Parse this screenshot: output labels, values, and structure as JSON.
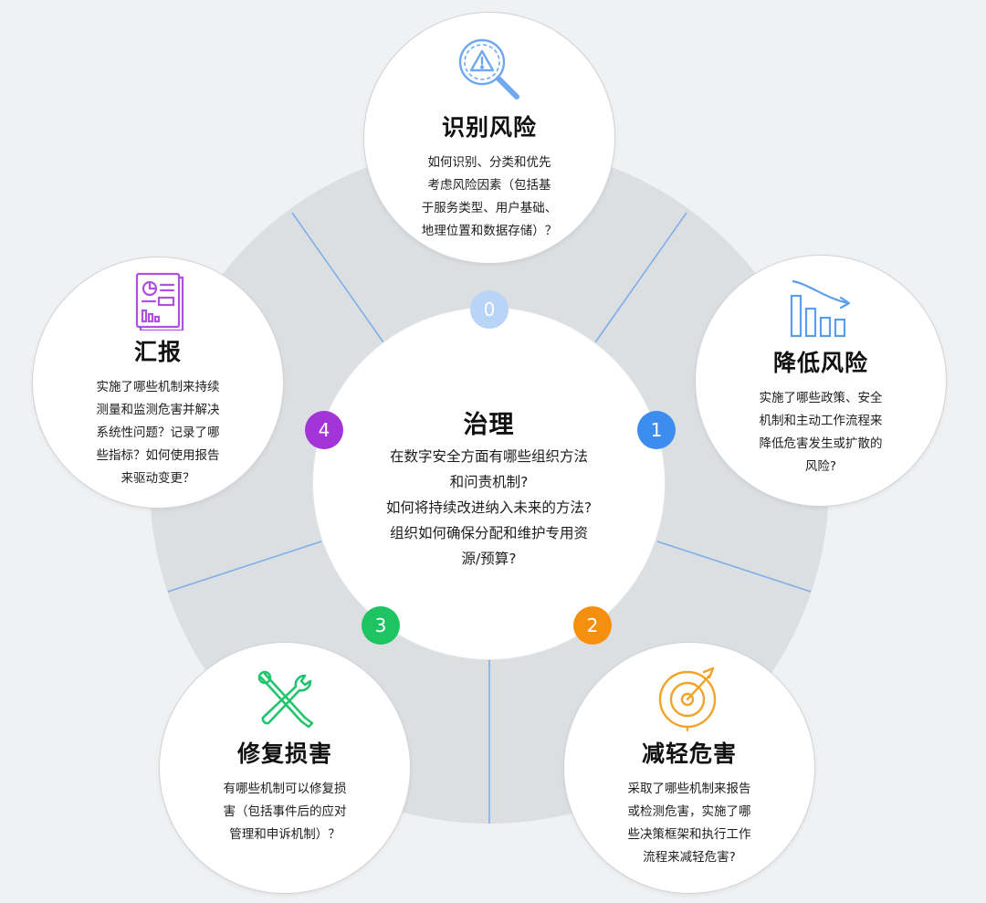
{
  "center": {
    "title": "治理",
    "desc": "在数字安全方面有哪些组织方法\n和问责机制?\n如何将持续改进纳入未来的方法?\n组织如何确保分配和维护专用资\n源/预算?"
  },
  "steps": [
    {
      "number": "0",
      "color": "#b8d4f7",
      "icon": "magnifier-warning-icon",
      "icon_color": "#6fa8f0",
      "title": "识别风险",
      "desc": "如何识别、分类和优先\n考虑风险因素（包括基\n于服务类型、用户基础、\n地理位置和数据存储）？"
    },
    {
      "number": "1",
      "color": "#3d8cf0",
      "icon": "declining-bar-chart-icon",
      "icon_color": "#5b9ef0",
      "title": "降低风险",
      "desc": "实施了哪些政策、安全\n机制和主动工作流程来\n降低危害发生或扩散的\n风险?"
    },
    {
      "number": "2",
      "color": "#f5900e",
      "icon": "radar-target-icon",
      "icon_color": "#f3a22a",
      "title": "减轻危害",
      "desc": "采取了哪些机制来报告\n或检测危害，实施了哪\n些决策框架和执行工作\n流程来减轻危害?"
    },
    {
      "number": "3",
      "color": "#1ec462",
      "icon": "wrench-screwdriver-icon",
      "icon_color": "#22c46d",
      "title": "修复损害",
      "desc": "有哪些机制可以修复损\n害（包括事件后的应对\n管理和申诉机制）？"
    },
    {
      "number": "4",
      "color": "#a234d8",
      "icon": "report-document-icon",
      "icon_color": "#b14fe0",
      "title": "汇报",
      "desc": "实施了哪些机制来持续\n测量和监测危害并解决\n系统性问题？记录了哪\n些指标？如何使用报告\n来驱动变更？"
    }
  ]
}
